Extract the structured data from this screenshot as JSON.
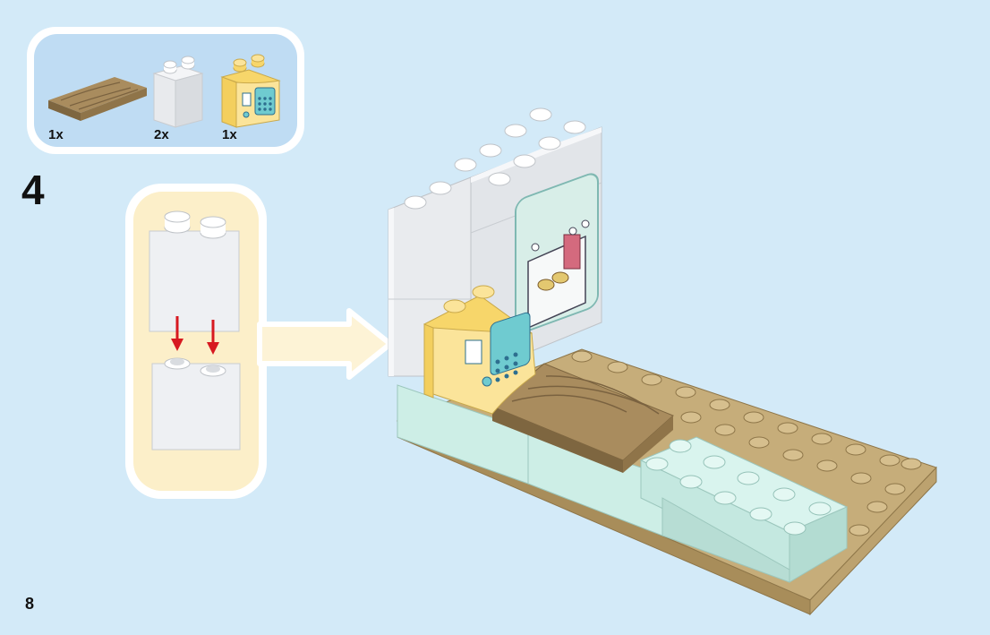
{
  "step": {
    "number": "4",
    "page_number": "8"
  },
  "parts_list": [
    {
      "name": "wood-plank-plate",
      "quantity": "1x"
    },
    {
      "name": "white-2x1-brick",
      "quantity": "2x"
    },
    {
      "name": "yellow-cash-register-slope",
      "quantity": "1x"
    }
  ],
  "colors": {
    "background": "#d3eaf8",
    "panel_bg": "#bfdcf3",
    "subassembly_bg": "#fcefc9",
    "arrow": "#fdf3d6",
    "red_arrow": "#d71920",
    "tan": "#c6ad7a",
    "mint": "#cdeee6",
    "white_brick": "#f2f3f5",
    "yellow": "#f9dc7a",
    "wood": "#9b8052"
  }
}
